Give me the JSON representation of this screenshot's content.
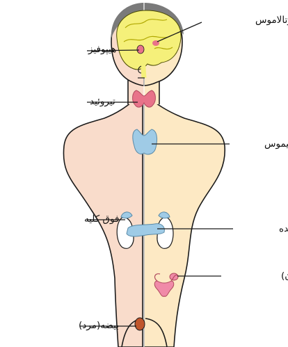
{
  "labels": {
    "hypothalamus": "هیپوتالاموس",
    "pituitary": "هیپوفیز",
    "thyroid": "تیروئید",
    "thymus": "تیموس",
    "adrenal": "فوق کلیه",
    "pancreas": "لوزالمعده",
    "ovary": "تخمدان (زن)",
    "testis": "بیضه(مرد)"
  },
  "colors": {
    "male_skin": "#f9dccb",
    "female_skin": "#fde9c4",
    "brain": "#f5f07a",
    "thyroid": "#e8738a",
    "thymus": "#9fcbe6",
    "pancreas": "#9fcbe6",
    "kidney": "#ffffff",
    "ovary": "#f08aa8",
    "testis": "#c0562c",
    "hair": "#7a7a7a",
    "outline": "#1a1a1a"
  }
}
